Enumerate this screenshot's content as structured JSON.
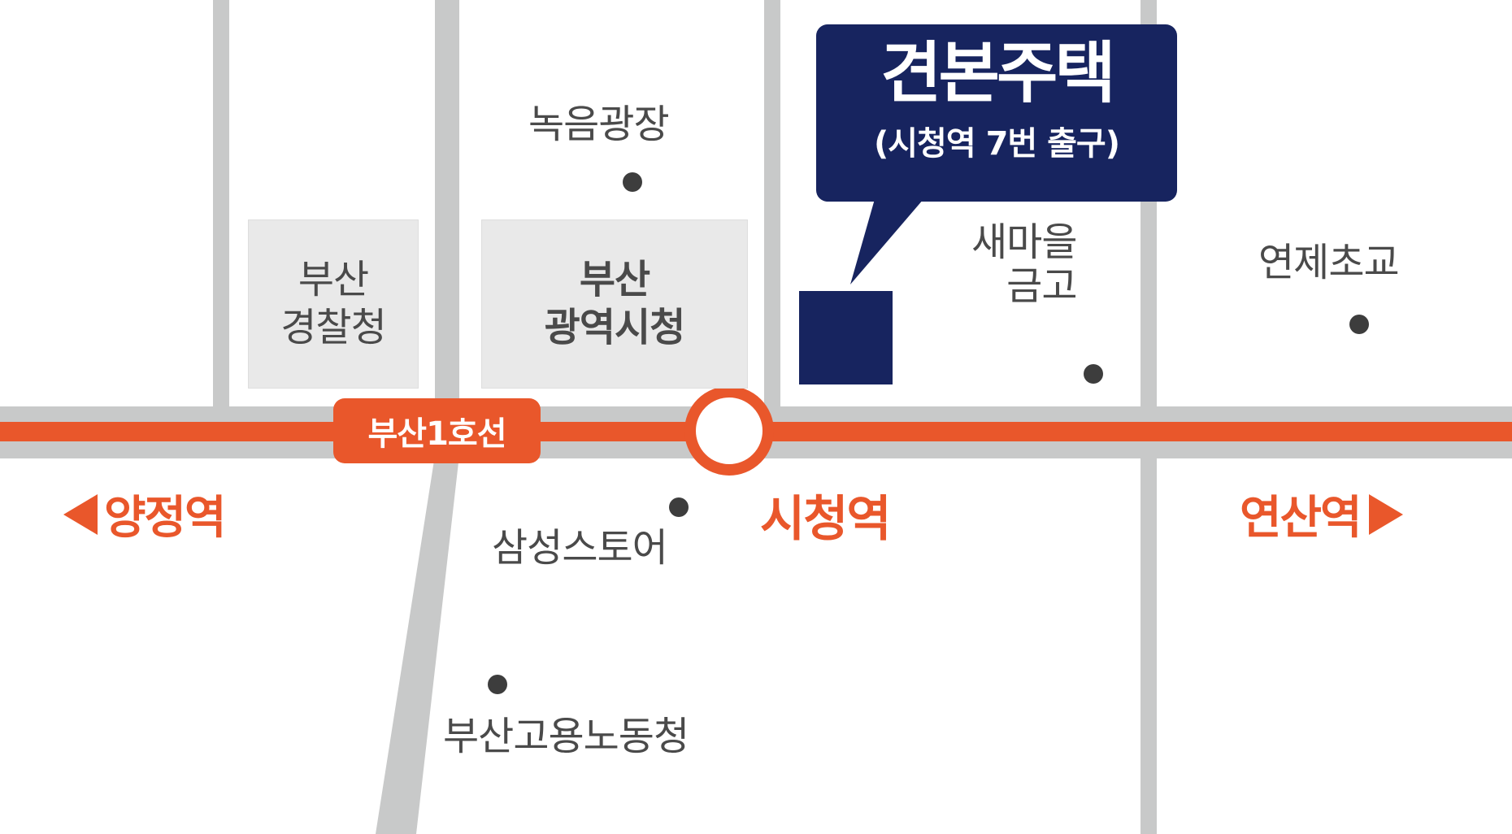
{
  "colors": {
    "background": "#ffffff",
    "road": "#c8c9c9",
    "subway_line": "#e9572b",
    "highlight": "#17245f",
    "building": "#e9e9e9",
    "text": "#4a4a4a",
    "poi_dot": "#3d3d3d"
  },
  "subway": {
    "line_name": "부산1호선",
    "current_station": "시청역",
    "prev_station": "양정역",
    "next_station": "연산역"
  },
  "destination": {
    "name": "견본주택",
    "detail": "(시청역 7번 출구)"
  },
  "buildings": {
    "police": {
      "line1": "부산",
      "line2": "경찰청"
    },
    "city_hall": {
      "line1": "부산",
      "line2": "광역시청"
    }
  },
  "landmarks": {
    "plaza": "녹음광장",
    "saemaeul_line1": "새마을",
    "saemaeul_line2": "금고",
    "school": "연제초교",
    "samsung": "삼성스토어",
    "labor": "부산고용노동청"
  },
  "icons": {
    "station": "station-circle-icon",
    "prev": "triangle-left-icon",
    "next": "triangle-right-icon",
    "destination": "location-square-icon",
    "poi": "dot-icon"
  }
}
